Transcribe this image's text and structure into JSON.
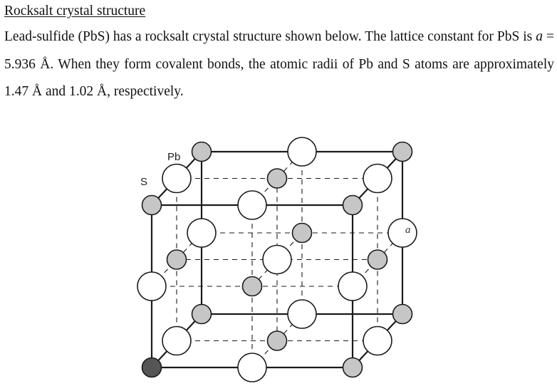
{
  "document": {
    "heading": "Rocksalt crystal structure",
    "paragraph": {
      "part1": "Lead-sulfide (PbS) has a rocksalt crystal structure shown below. The lattice constant for PbS is ",
      "var_a": "a",
      "equals": " = ",
      "lattice_value": "5.936 Å",
      "part2": ". When they form covalent bonds, the atomic radii of Pb and S atoms are approximately 1.47 Å and 1.02 Å, respectively."
    }
  },
  "figure": {
    "label_pb": "Pb",
    "label_s": "S",
    "label_a": "a",
    "colors": {
      "pb_fill": "#ffffff",
      "s_fill": "#c6c6c6",
      "corner_atom_fill": "#555555",
      "line": "#1a1a1a"
    }
  }
}
